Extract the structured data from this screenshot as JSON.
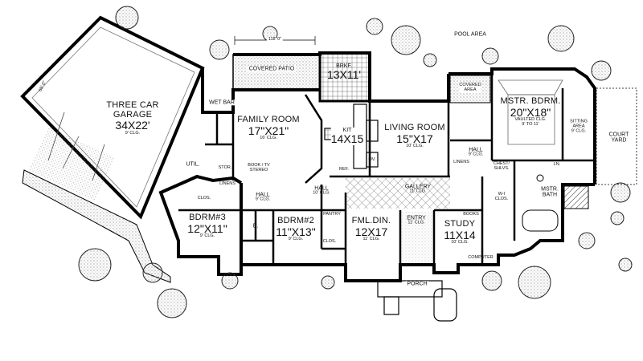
{
  "overall_dimension": "118' 0\"",
  "side_dimension": "65' 0\"",
  "pool_area": "POOL AREA",
  "court_yard": "COURT\nYARD",
  "porch": "PORCH",
  "rooms": {
    "garage": {
      "name": "THREE CAR\nGARAGE",
      "dim": "34X22'",
      "clg": "9' CLG."
    },
    "covered_patio": {
      "name": "COVERED PATIO"
    },
    "brkf": {
      "name": "BRKF.",
      "dim": "13X11'"
    },
    "family": {
      "name": "FAMILY ROOM",
      "dim": "17\"X21\"",
      "clg": "16' CLG."
    },
    "wet_bar": {
      "name": "WET BAR"
    },
    "kit": {
      "name": "KIT",
      "dim": "14X15"
    },
    "living": {
      "name": "LIVING ROOM",
      "dim": "15\"X17",
      "clg": "10' CLG."
    },
    "covered_area": {
      "name": "COVERED\nAREA"
    },
    "mstr_bdrm": {
      "name": "MSTR. BDRM.",
      "dim": "20\"X18\"",
      "clg": "VAULTED CLG.\n9' TO 11'"
    },
    "sitting": {
      "name": "SITTING\nAREA",
      "clg": "9' CLG."
    },
    "util": {
      "name": "UTIL."
    },
    "book_tv": {
      "name": "BOOK / TV\nSTEREO"
    },
    "stor": {
      "name": "STOR."
    },
    "linens_left": {
      "name": "LINENS"
    },
    "hall_left": {
      "name": "HALL",
      "clg": "9' CLG."
    },
    "hall_mid": {
      "name": "HALL",
      "clg": "10' CLG."
    },
    "gallery": {
      "name": "GALLERY",
      "clg": "11' CLG."
    },
    "hall_right": {
      "name": "HALL",
      "clg": "9' CLG."
    },
    "linens_right": {
      "name": "LINENS"
    },
    "chest_shlvs": {
      "name": "CHEST/\nSHLVS."
    },
    "ln": {
      "name": "LN."
    },
    "wi_clos": {
      "name": "W-I\nCLOS."
    },
    "mstr_bath": {
      "name": "MSTR.\nBATH"
    },
    "bdrm3": {
      "name": "BDRM#3",
      "dim": "12\"X11\"",
      "clg": "9' CLG."
    },
    "clos3": {
      "name": "CLOS."
    },
    "b": {
      "name": "B."
    },
    "bdrm2": {
      "name": "BDRM#2",
      "dim": "11\"X13\"",
      "clg": "9' CLG."
    },
    "clos2": {
      "name": "CLOS."
    },
    "pantry": {
      "name": "PANTRY"
    },
    "fml_din": {
      "name": "FML.DIN.",
      "dim": "12X17",
      "clg": "11' CLG."
    },
    "entry": {
      "name": "ENTRY",
      "clg": "11' CLG."
    },
    "study": {
      "name": "STUDY",
      "dim": "11X14",
      "clg": "10' CLG."
    },
    "books": {
      "name": "BOOKS"
    },
    "computer": {
      "name": "COMPUTER"
    },
    "ref": {
      "name": "REF."
    },
    "ov": {
      "name": "OV."
    }
  }
}
